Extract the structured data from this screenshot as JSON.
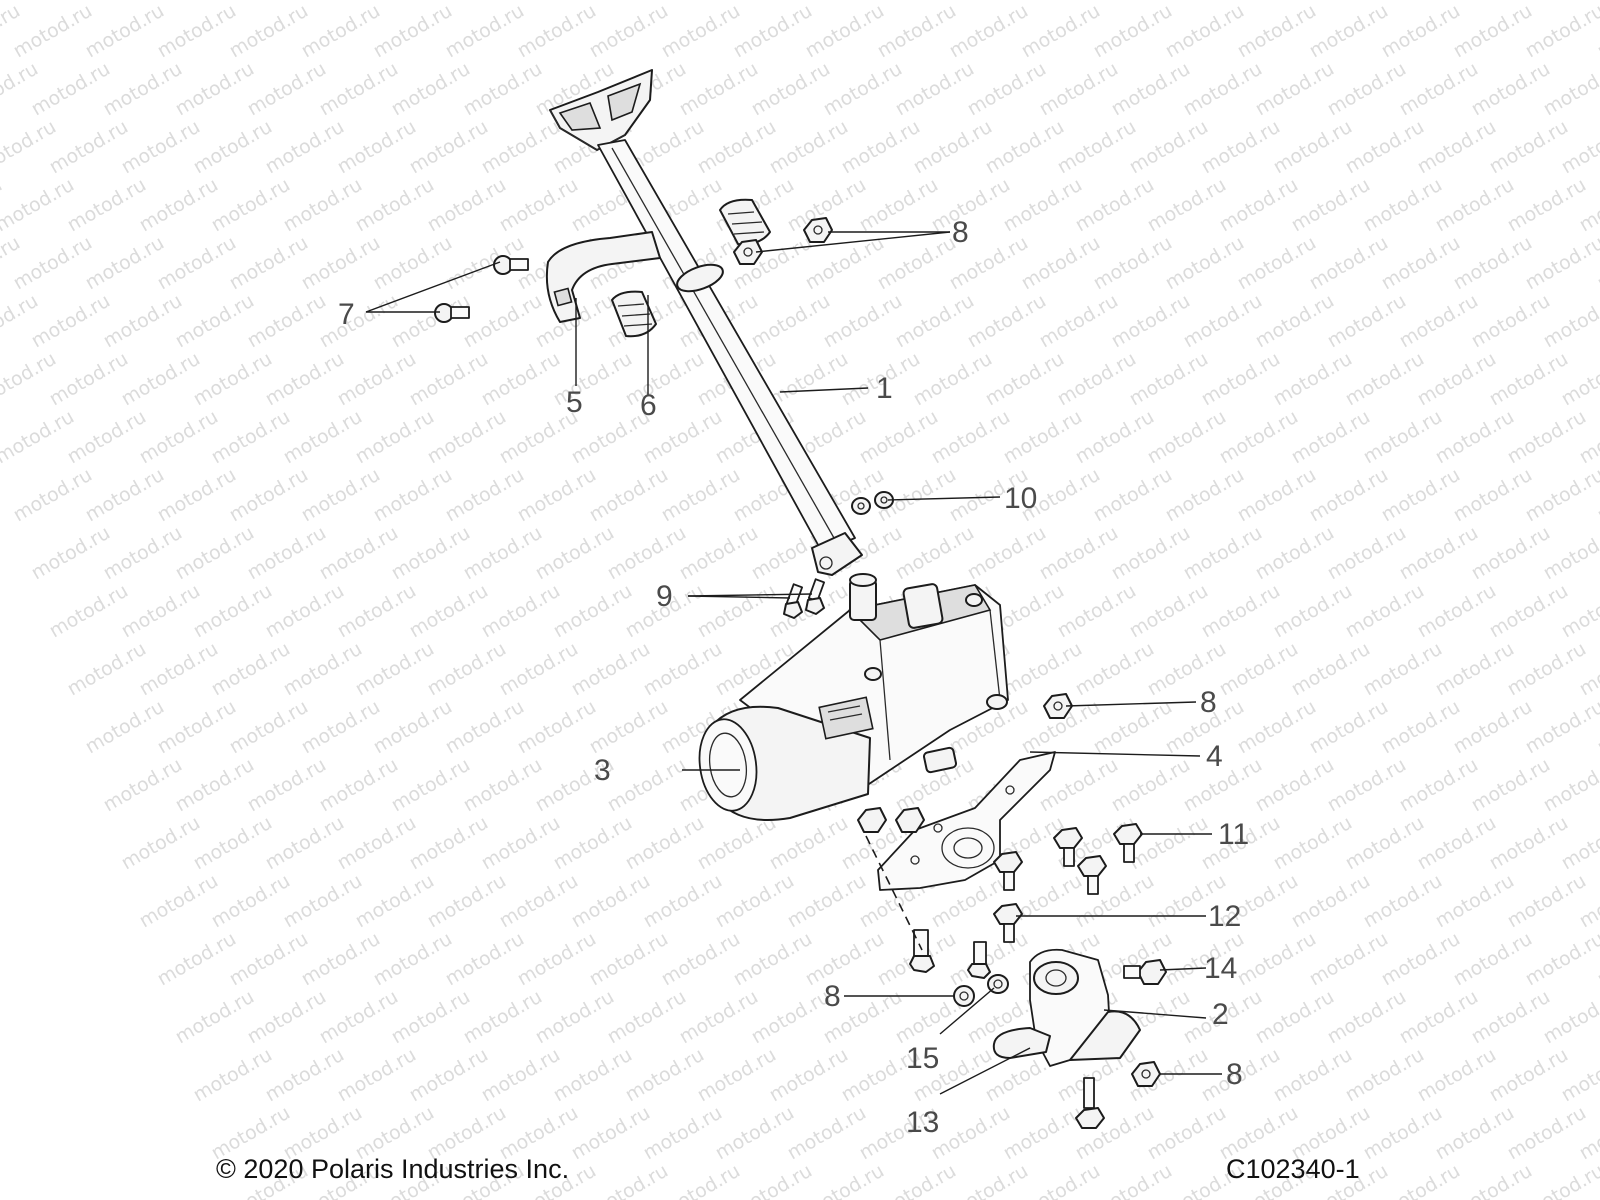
{
  "watermark": {
    "text": "motod.ru"
  },
  "footer": {
    "copyright": "© 2020 Polaris Industries Inc.",
    "diagram_code": "C102340-1"
  },
  "callouts": {
    "c1": "1",
    "c2": "2",
    "c3": "3",
    "c4": "4",
    "c5": "5",
    "c6": "6",
    "c7": "7",
    "c8a": "8",
    "c8b": "8",
    "c8c": "8",
    "c8d": "8",
    "c9": "9",
    "c10": "10",
    "c11": "11",
    "c12": "12",
    "c13": "13",
    "c14": "14",
    "c15": "15"
  },
  "colors": {
    "line": "#1c1c1c",
    "callout_text": "#4a4a4a",
    "watermark": "#c8c8c8",
    "background": "#ffffff"
  }
}
